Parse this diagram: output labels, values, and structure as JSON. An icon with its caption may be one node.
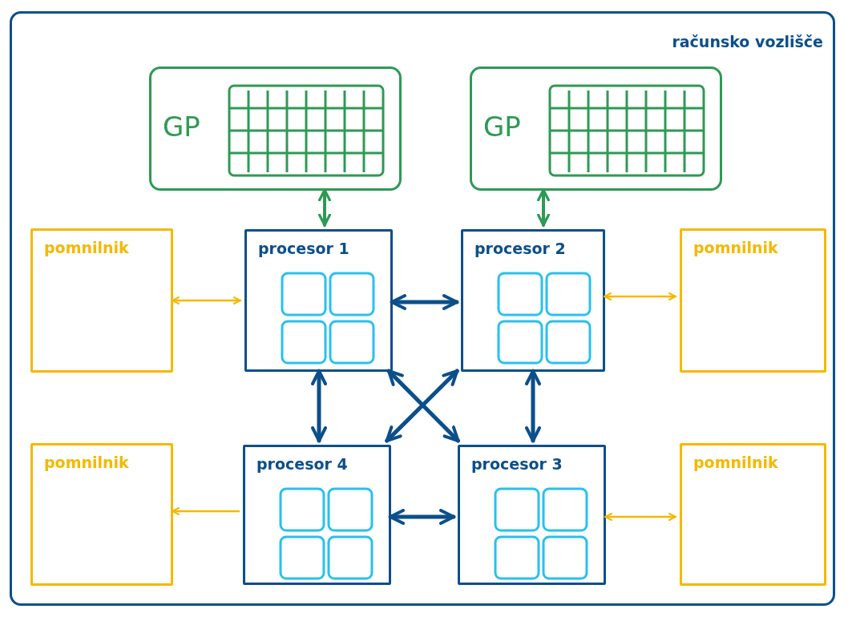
{
  "diagram": {
    "nodes": [
      {
        "text": [
          "računsko vozlišče"
        ]
      },
      {
        "text": [
          "GP"
        ],
        "in": 0
      },
      {
        "text": [
          "GP"
        ],
        "in": 0
      },
      {
        "text": [
          "pomnilnik"
        ],
        "in": 0
      },
      {
        "text": [
          "procesor 1"
        ],
        "in": 0
      },
      {
        "text": [
          "procesor 2"
        ],
        "in": 0
      },
      {
        "text": [
          "pomnilnik"
        ],
        "in": 0
      },
      {
        "text": [
          "pomnilnik"
        ],
        "in": 0
      },
      {
        "text": [
          "procesor 4"
        ],
        "in": 0
      },
      {
        "text": [
          "procesor 3"
        ],
        "in": 0
      },
      {
        "text": [
          "pomnilnik"
        ],
        "in": 0
      }
    ],
    "edges": [
      {
        "from": 1,
        "to": 4,
        "arrow": "both",
        "color": "#2e9a55"
      },
      {
        "from": 2,
        "to": 5,
        "arrow": "both",
        "color": "#2e9a55"
      },
      {
        "from": 3,
        "to": 4,
        "arrow": "both",
        "color": "#f5b800"
      },
      {
        "from": 4,
        "to": 5,
        "arrow": "both"
      },
      {
        "from": 5,
        "to": 6,
        "arrow": "both",
        "color": "#f5b800"
      },
      {
        "from": 4,
        "to": 8,
        "arrow": "both"
      },
      {
        "from": 5,
        "to": 9,
        "arrow": "both"
      },
      {
        "from": 4,
        "to": 9,
        "arrow": "both"
      },
      {
        "from": 5,
        "to": 8,
        "arrow": "both"
      },
      {
        "from": 8,
        "to": 9,
        "arrow": "both"
      },
      {
        "from": 8,
        "to": 7,
        "arrow": "to",
        "color": "#f5b800"
      },
      {
        "from": 9,
        "to": 10,
        "arrow": "both",
        "color": "#f5b800"
      }
    ]
  }
}
